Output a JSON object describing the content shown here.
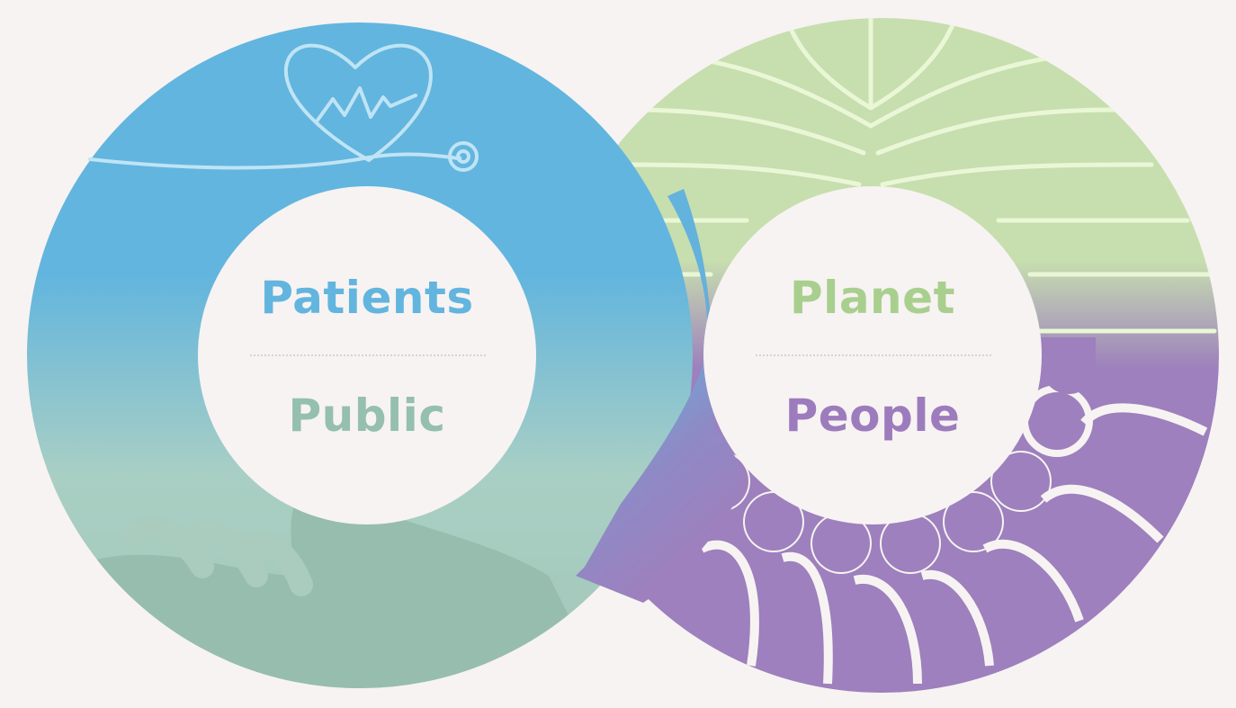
{
  "left_ring": {
    "top_label": "Patients",
    "bottom_label": "Public",
    "top_icon": "heart-stethoscope-icon",
    "bottom_icon": "open-hand-icon",
    "colors": {
      "top": "#62b5de",
      "bottom": "#97bdaf",
      "top_label": "#62b5de",
      "bottom_label": "#95bfae"
    }
  },
  "right_ring": {
    "top_label": "Planet",
    "bottom_label": "People",
    "top_icon": "plant-lines-icon",
    "bottom_icon": "people-group-icon",
    "colors": {
      "top": "#c9dfb0",
      "bottom": "#9d80bd",
      "top_label": "#a9cf8e",
      "bottom_label": "#9d7cbd"
    }
  },
  "background": "#f7f3f2"
}
